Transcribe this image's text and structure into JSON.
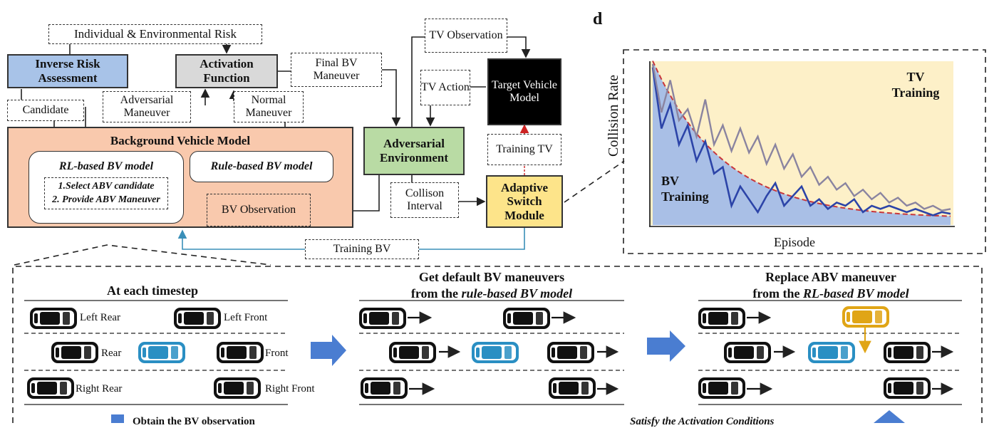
{
  "panel_label": "d",
  "top": {
    "individual_env_risk": "Individual & Environmental Risk",
    "inverse_risk": "Inverse Risk Assessment",
    "activation_function": "Activation Function",
    "final_bv_maneuver": "Final BV Maneuver",
    "tv_observation": "TV Observation",
    "target_vehicle_model": "Target Vehicle Model",
    "tv_action": "TV Action",
    "candidate": "Candidate",
    "adversarial_maneuver": "Adversarial Maneuver",
    "normal_maneuver": "Normal Maneuver",
    "background_vehicle_model": "Background Vehicle Model",
    "rl_based_bv_model": "RL-based BV model",
    "rl_item_1": "1.Select ABV candidate",
    "rl_item_2": "2. Provide ABV Maneuver",
    "rule_based_bv_model": "Rule-based BV model",
    "bv_observation": "BV Observation",
    "adversarial_environment": "Adversarial Environment",
    "training_tv": "Training TV",
    "collision_interval": "Collison Interval",
    "adaptive_switch_module": "Adaptive Switch Module",
    "training_bv": "Training BV"
  },
  "chart_data": {
    "type": "line",
    "title": "",
    "xlabel": "Episode",
    "ylabel": "Collision Rate",
    "regions": [
      "BV Training",
      "TV Training"
    ],
    "colors": {
      "bv_region": "#a9bfe6",
      "tv_region": "#fdf0c8",
      "bv_line": "#2c44a8",
      "tv_line": "#8a84a0",
      "fit_curve": "#c8373b"
    },
    "series": [
      {
        "values": [
          0.98,
          0.6,
          0.75,
          0.5,
          0.62,
          0.4,
          0.52,
          0.32,
          0.36,
          0.12,
          0.24,
          0.16,
          0.08,
          0.18,
          0.26,
          0.12,
          0.18,
          0.24,
          0.12,
          0.16,
          0.1,
          0.14,
          0.12,
          0.16,
          0.08,
          0.12,
          0.1,
          0.12,
          0.1,
          0.08,
          0.1,
          0.08,
          0.06,
          0.08,
          0.07
        ]
      },
      {
        "values": [
          1.0,
          0.7,
          0.9,
          0.65,
          0.72,
          0.55,
          0.78,
          0.5,
          0.62,
          0.46,
          0.6,
          0.45,
          0.55,
          0.38,
          0.5,
          0.35,
          0.44,
          0.3,
          0.36,
          0.25,
          0.3,
          0.22,
          0.26,
          0.18,
          0.22,
          0.16,
          0.2,
          0.14,
          0.17,
          0.12,
          0.14,
          0.1,
          0.12,
          0.09,
          0.1
        ]
      }
    ]
  },
  "bottom": {
    "col1_title": "At each timestep",
    "col1_labels": [
      "Left Rear",
      "Left Front",
      "Rear",
      "Front",
      "Right Rear",
      "Right Front"
    ],
    "col2_title_1": "Get default BV maneuvers",
    "col2_title_2a": "from the ",
    "col2_title_2b": "rule-based BV model",
    "col3_title_1": "Replace ABV maneuver",
    "col3_title_2a": "from the ",
    "col3_title_2b": "RL-based BV model",
    "footer_left": "Obtain the BV observation",
    "footer_right": "Satisfy the Activation Conditions"
  },
  "colors": {
    "inverse_risk_fill": "#a8c3e8",
    "activation_fill": "#d9d9d9",
    "bv_model_fill": "#f9c9ad",
    "adv_env_fill": "#b9dba4",
    "switch_fill": "#fde48a",
    "target_fill": "#000000",
    "arrow_blue": "#4a7dd1",
    "ego_car": "#2a8fc3",
    "abv_car": "#e0a516",
    "training_bv_line": "#3a8fb8",
    "training_tv_arrow": "#cc2222"
  }
}
